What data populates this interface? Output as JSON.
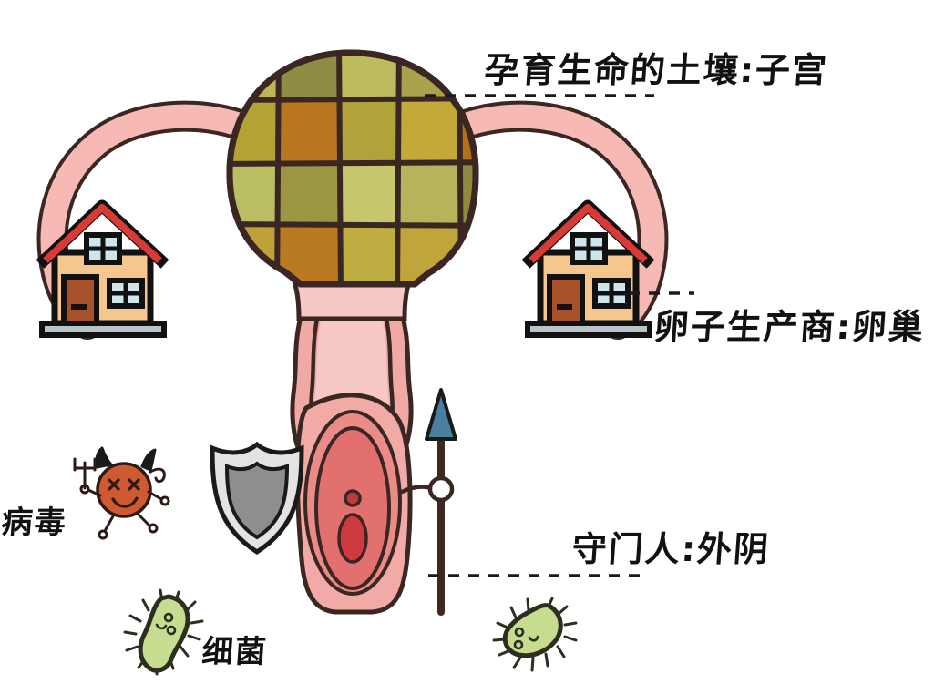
{
  "figure": {
    "title_note": "手绘风格女性生殖系统示意图",
    "background_color": "#ffffff",
    "outline_color": "#3a2622"
  },
  "labels": {
    "uterus": "孕育生命的土壤:子宫",
    "ovary": "卵子生产商:卵巢",
    "vulva": "守门人:外阴",
    "virus": "病毒",
    "bacteria": "细菌"
  },
  "colors": {
    "outline": "#3a2622",
    "tube_pink": "#f6b9b4",
    "cervix_pink": "#f7c9c6",
    "vagina_pink": "#f3b3ae",
    "vulva_outer": "#f2aaa6",
    "vulva_mid": "#ea8b87",
    "vulva_inner": "#e2706f",
    "vulva_core": "#cf3a3e",
    "house_wall": "#f6c78d",
    "house_roof": "#d93a35",
    "house_door": "#a8502a",
    "house_window": "#cfe5ee",
    "house_base": "#b9c4c9",
    "shield_outer": "#e3e3e3",
    "shield_inner": "#8e8e8e",
    "spear_head": "#4a7f9e",
    "spear_shaft": "#3f2722",
    "virus_body": "#cf5a32",
    "bacteria_body": "#c6dc8e",
    "soil_tiles": [
      "#bfb457",
      "#8f8d44",
      "#a9a14c",
      "#bcbb5e",
      "#7f7c3c",
      "#b39a2f",
      "#b8761f",
      "#b0a33b",
      "#c2a93a",
      "#b3701c",
      "#b9bd63",
      "#9c9544",
      "#c6c76c",
      "#b8b25b",
      "#908a3f",
      "#bfa13a",
      "#b97a22",
      "#bfae42",
      "#c0a63a",
      "#b4741e"
    ]
  },
  "elements": {
    "uterus_body": "uterus-soil-grid",
    "fallopian_tube_left": "fallopian-tube",
    "fallopian_tube_right": "fallopian-tube",
    "ovary_house_left": "house-icon",
    "ovary_house_right": "house-icon",
    "cervix": "cervix",
    "vagina": "vagina-canal",
    "vulva": "vulva",
    "shield": "shield-icon",
    "spear": "spear-icon",
    "virus_character": "virus-devil-icon",
    "bacteria_left": "bacteria-icon",
    "bacteria_right": "bacteria-icon",
    "leader_line_uterus": "dashed-leader-line",
    "leader_line_ovary": "dashed-leader-line",
    "leader_line_vulva": "dashed-leader-line"
  }
}
